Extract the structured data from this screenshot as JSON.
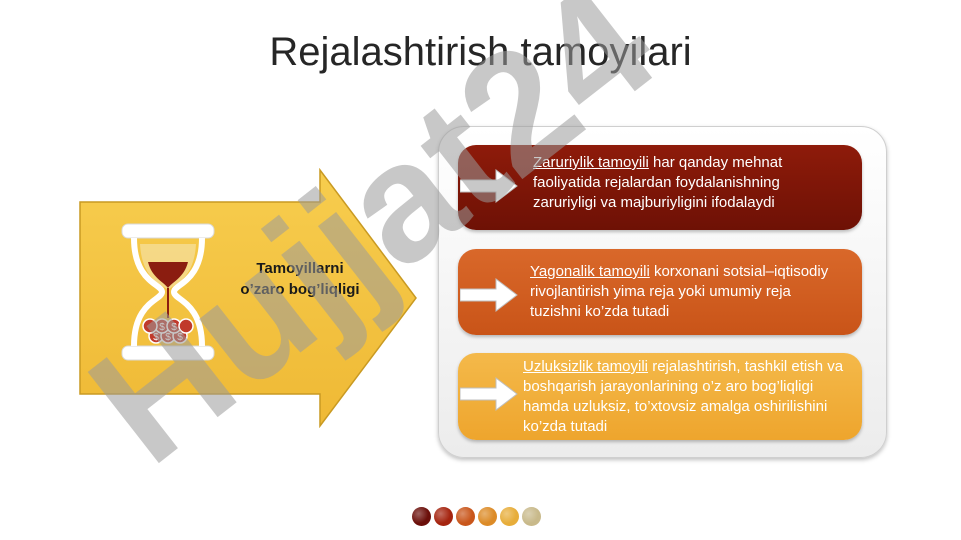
{
  "slide": {
    "title": "Rejalashtirish tamoyilari",
    "center_label": "Tamoyillarni o’zaro bog’liqligi"
  },
  "principles": [
    {
      "term": "Zaruriylik tamoyili",
      "description": " har qanday mehnat faoliyatida rejalardan foydalanishning zaruriyligi va majburiyligini ifodalaydi",
      "color": "#7e1608"
    },
    {
      "term": "Yagonalik tamoyili",
      "description": " korxonani sotsial–iqtisodiy rivojlantirish yima reja yoki umumiy reja tuzishni ko’zda tutadi",
      "color": "#d15e22"
    },
    {
      "term": "Uzluksizlik tamoyili",
      "description": " rejalashtirish, tashkil etish va boshqarish jarayonlarining o’z aro bog’liqligi hamda uzluksiz, to’xtovsiz amalga oshirilishini ko’zda tutadi",
      "color": "#f1ae3a"
    }
  ],
  "watermark": {
    "text": "Hujjat24",
    "color": "#9b9b9b"
  },
  "icons": {
    "hourglass": "hourglass-icon",
    "coins": "dollar-coins-icon",
    "arrow": "white-arrow-icon"
  },
  "nav_dots": [
    "#6b0f0a",
    "#a5240f",
    "#c9561b",
    "#dc8b27",
    "#e7ad3a",
    "#c8b98a"
  ]
}
